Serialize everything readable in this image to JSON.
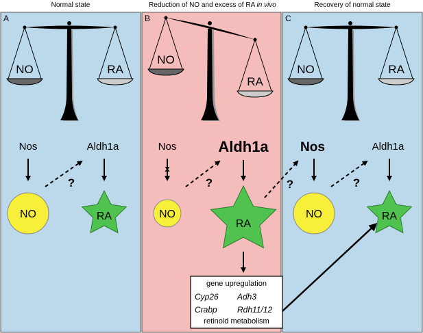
{
  "panels": [
    {
      "letter": "A",
      "title": "Normal state",
      "color": "#bcd9ec"
    },
    {
      "letter": "B",
      "title_main": "Reduction of NO and excess of RA ",
      "title_it": "in vivo",
      "color": "#f5bcbc"
    },
    {
      "letter": "C",
      "title": "Recovery of normal state",
      "color": "#bcd9ec"
    }
  ],
  "labels": {
    "pan_left": "NO",
    "pan_right": "RA",
    "nos": "Nos",
    "aldh": "Aldh1a",
    "question": "?",
    "no": "NO",
    "ra": "RA",
    "blocked_mark": "x"
  },
  "box": {
    "title": "gene upregulation",
    "genes": [
      "Cyp26",
      "Adh3",
      "Crabp",
      "Rdh11/12"
    ],
    "footer": "retinoid metabolism"
  },
  "colors": {
    "no_circle": "#f7ef3a",
    "ra_star": "#4fc24f",
    "scale": "#000000"
  }
}
